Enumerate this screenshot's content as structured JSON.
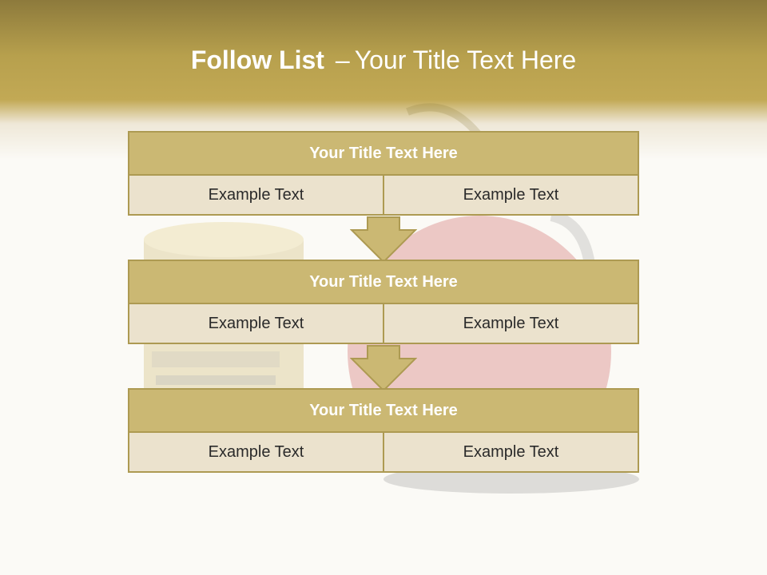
{
  "slide": {
    "title_bold": "Follow List",
    "title_sep": "–",
    "title_rest": "Your Title Text Here"
  },
  "blocks": [
    {
      "title": "Your Title Text Here",
      "left": "Example Text",
      "right": "Example Text"
    },
    {
      "title": "Your Title Text Here",
      "left": "Example Text",
      "right": "Example Text"
    },
    {
      "title": "Your Title Text Here",
      "left": "Example Text",
      "right": "Example Text"
    }
  ],
  "colors": {
    "header_fill": "#cbb873",
    "cell_fill": "#ebe2cd",
    "border": "#ad9a52",
    "band_dark": "#8d7a3c"
  },
  "icons": [
    "down-arrow-icon",
    "down-arrow-icon"
  ]
}
